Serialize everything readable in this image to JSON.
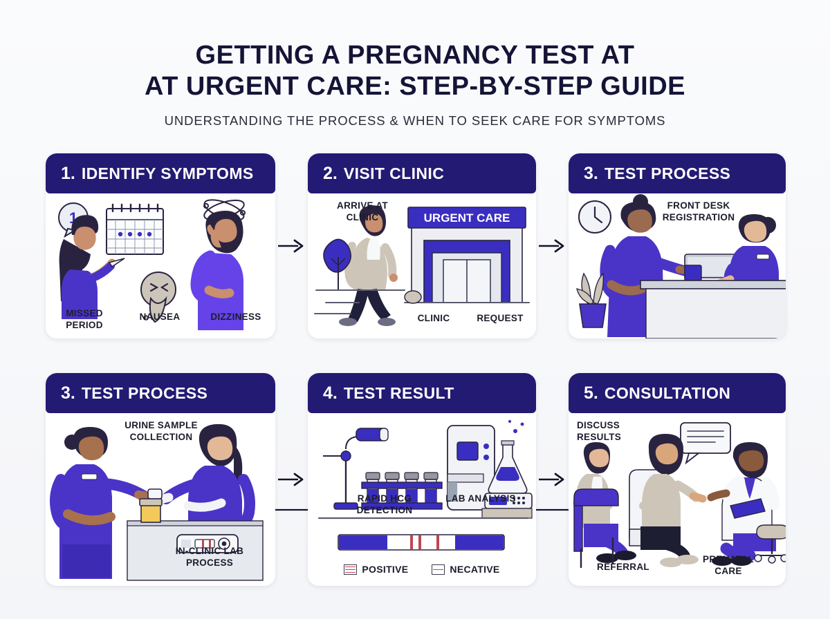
{
  "header": {
    "title_line1": "GETTING A PREGNANCY TEST AT",
    "title_line2": "AT URGENT CARE: STEP-BY-STEP GUIDE",
    "subtitle": "UNDERSTANDING THE PROCESS & WHEN TO SEEK CARE FOR SYMPTOMS"
  },
  "colors": {
    "navy": "#231a73",
    "indigo": "#4a34c7",
    "ink": "#151437",
    "background": "#f6f7f9",
    "card": "#ffffff",
    "red_line": "#c0474f"
  },
  "steps": [
    {
      "number": "1.",
      "title": "IDENTIFY SYMPTOMS",
      "labels": [
        "MISSED PERIOD",
        "NAUSEA",
        "DIZZINESS"
      ],
      "badge": "1"
    },
    {
      "number": "2.",
      "title": "VISIT CLINIC",
      "labels": [
        "ARRIVE AT CLINIC",
        "CLINIC",
        "REQUEST"
      ],
      "sign": "URGENT CARE"
    },
    {
      "number": "3.",
      "title": "TEST PROCESS",
      "labels": [
        "FRONT DESK REGISTRATION"
      ]
    },
    {
      "number": "3.",
      "title": "TEST PROCESS",
      "labels": [
        "URINE SAMPLE COLLECTION",
        "IN-CLINIC LAB PROCESS"
      ]
    },
    {
      "number": "4.",
      "title": "TEST RESULT",
      "labels": [
        "RAPID HCG DETECTION",
        "LAB ANALYSIS"
      ],
      "legend": [
        {
          "key": "positive",
          "text": "POSITIVE"
        },
        {
          "key": "negative",
          "text": "NECATIVE"
        }
      ]
    },
    {
      "number": "5.",
      "title": "CONSULTATION",
      "labels": [
        "DISCUSS RESULTS",
        "REFERRAL",
        "PRENATAL CARE"
      ]
    }
  ]
}
